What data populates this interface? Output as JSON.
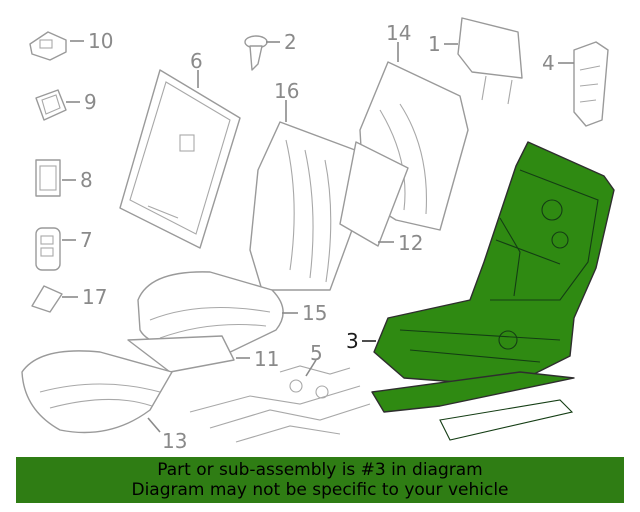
{
  "callouts": [
    {
      "id": "c1",
      "label": "1"
    },
    {
      "id": "c2",
      "label": "2"
    },
    {
      "id": "c3",
      "label": "3"
    },
    {
      "id": "c4",
      "label": "4"
    },
    {
      "id": "c5",
      "label": "5"
    },
    {
      "id": "c6",
      "label": "6"
    },
    {
      "id": "c7",
      "label": "7"
    },
    {
      "id": "c8",
      "label": "8"
    },
    {
      "id": "c9",
      "label": "9"
    },
    {
      "id": "c10",
      "label": "10"
    },
    {
      "id": "c11",
      "label": "11"
    },
    {
      "id": "c12",
      "label": "12"
    },
    {
      "id": "c13",
      "label": "13"
    },
    {
      "id": "c14",
      "label": "14"
    },
    {
      "id": "c15",
      "label": "15"
    },
    {
      "id": "c16",
      "label": "16"
    },
    {
      "id": "c17",
      "label": "17"
    }
  ],
  "highlighted_part": "3",
  "colors": {
    "highlight_fill": "#2f8a12",
    "banner_bg": "#2f7d14",
    "line": "#8a8a8a"
  },
  "banner": {
    "line1": "Part or sub-assembly is #3 in diagram",
    "line2": "Diagram may not be specific to your vehicle"
  }
}
